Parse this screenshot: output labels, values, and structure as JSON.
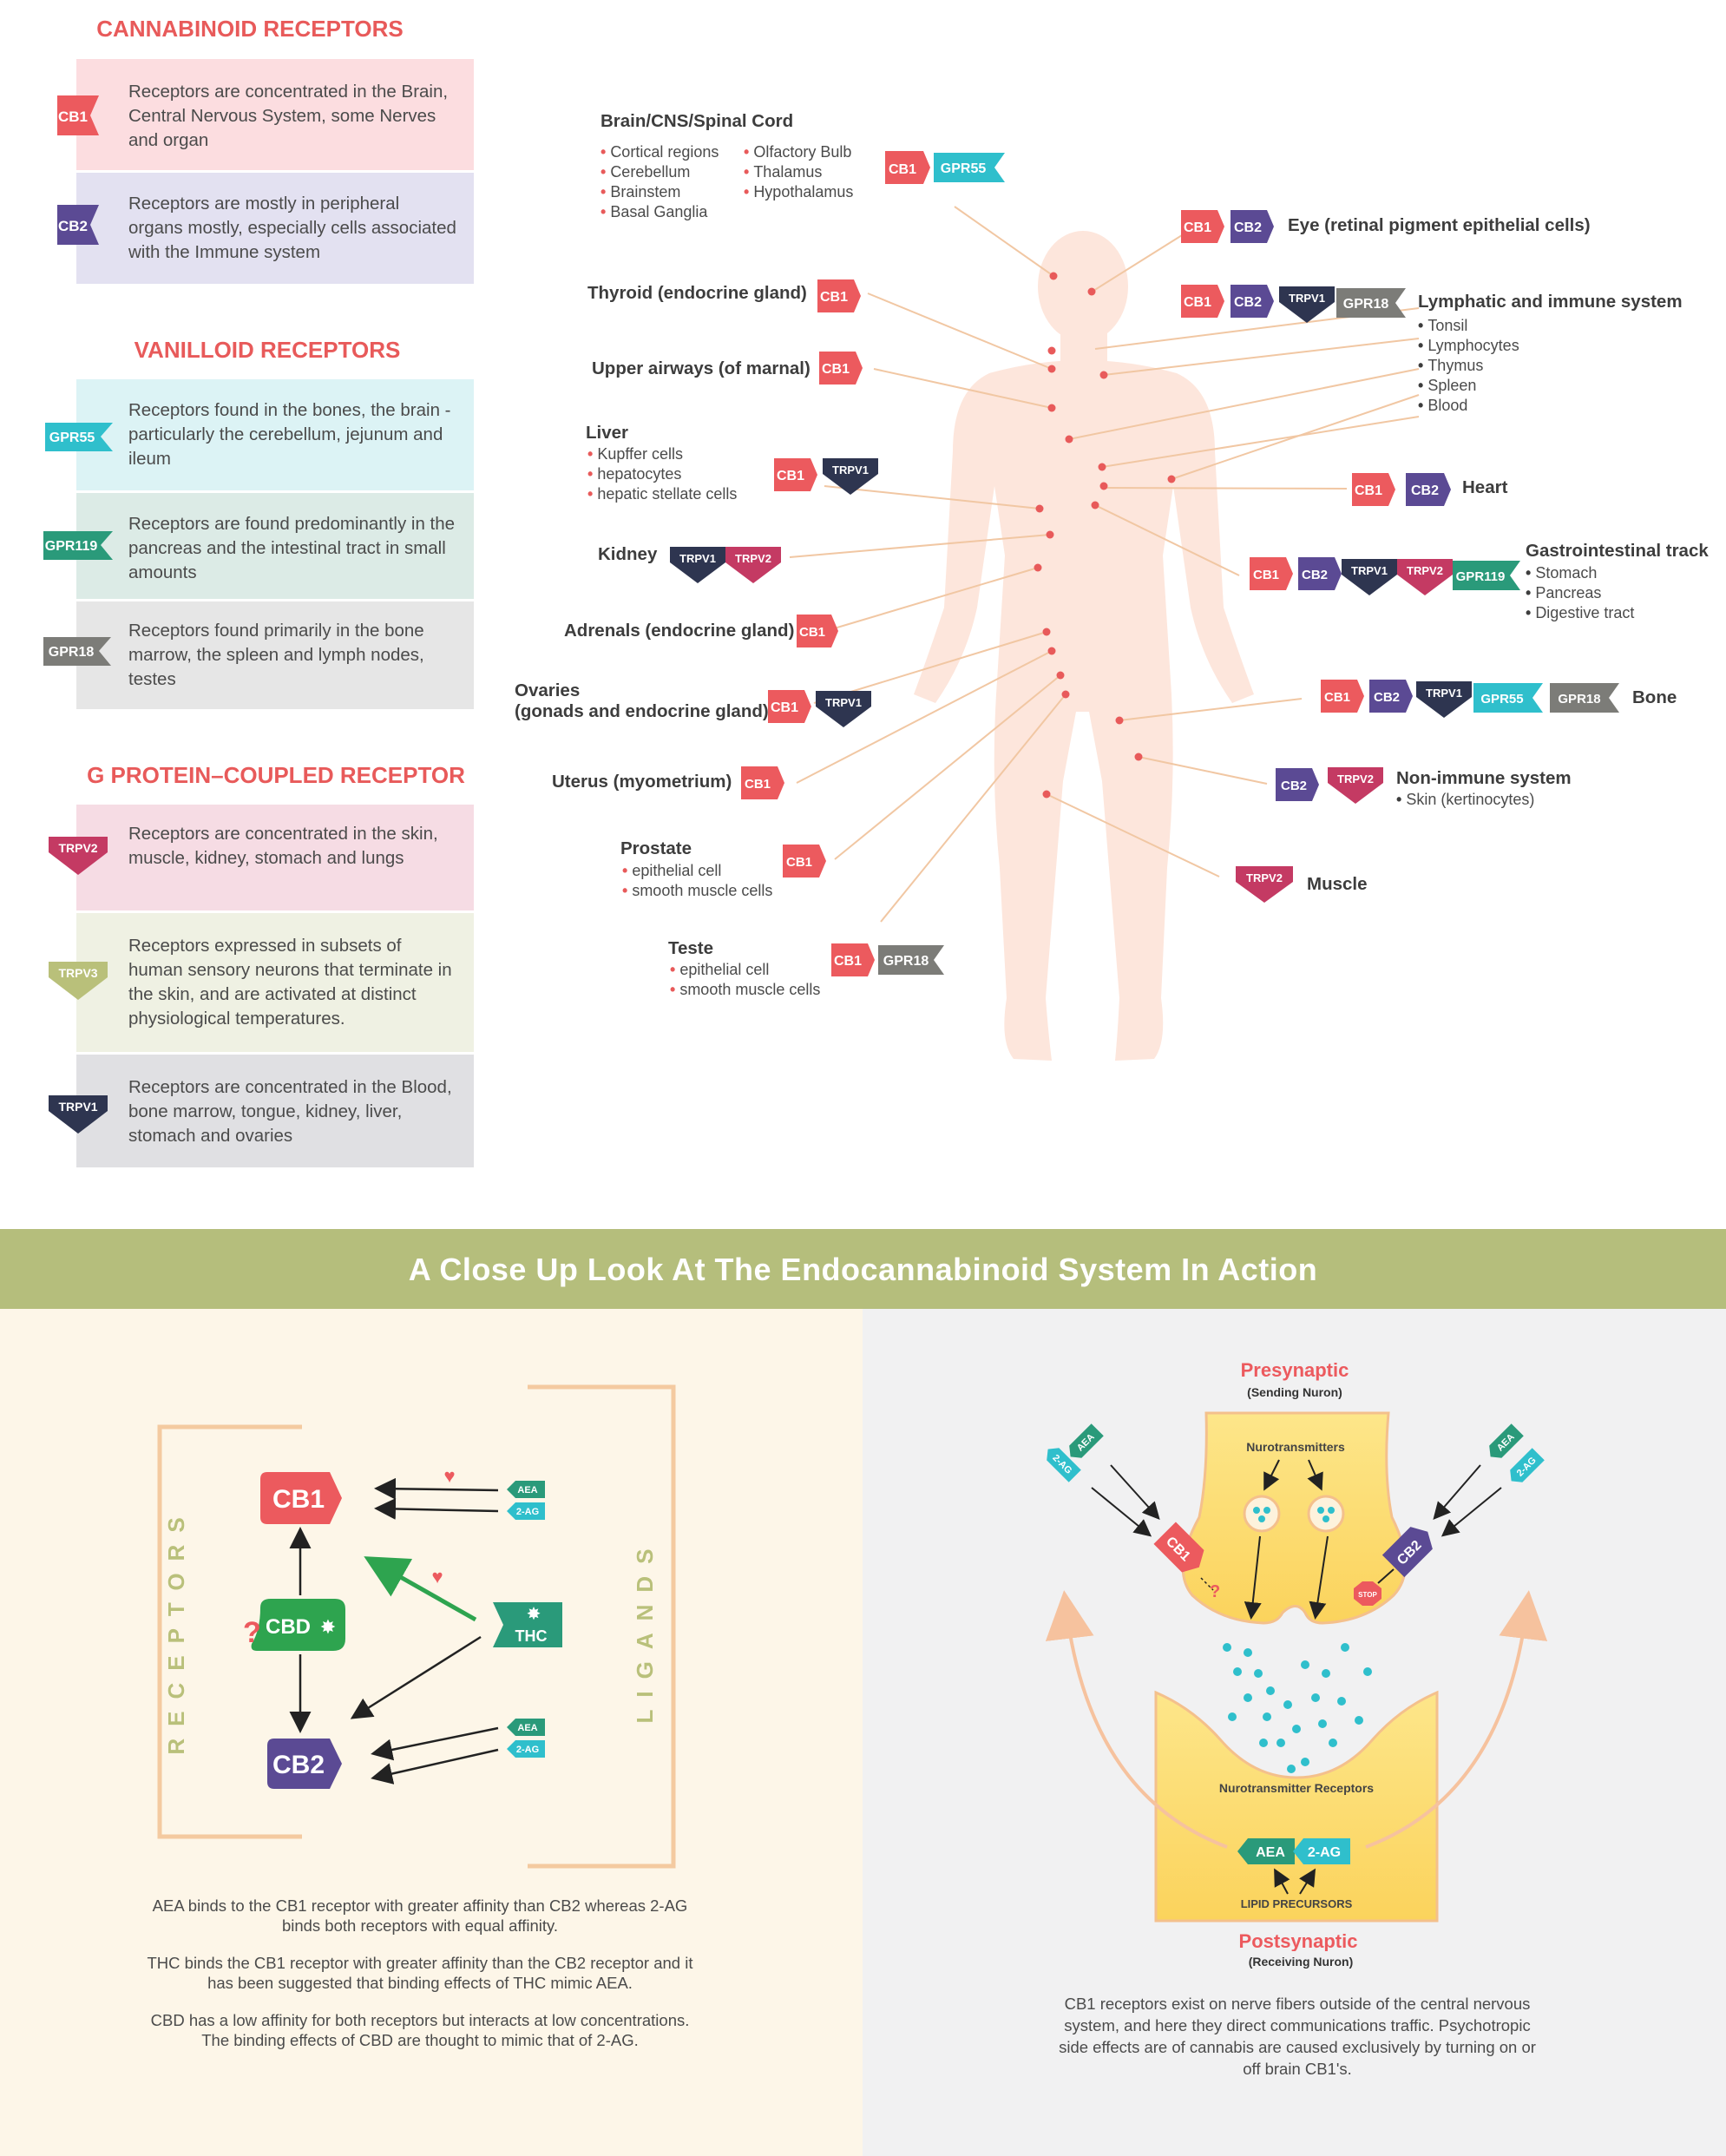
{
  "colors": {
    "red": "#ec5a5e",
    "purple": "#5b4a94",
    "teal": "#2fbfcc",
    "green": "#2a9a7a",
    "gray": "#7c7c78",
    "rose": "#c43a63",
    "olive": "#b9c07a",
    "navy": "#2e3550",
    "banner": "#b5be7c"
  },
  "legend": {
    "cannabinoid_title": "CANNABINOID RECEPTORS",
    "vanilloid_title": "VANILLOID RECEPTORS",
    "gpcr_title": "G PROTEIN–COUPLED RECEPTOR",
    "items": [
      {
        "tag": "CB1",
        "text": "Receptors are concentrated in the Brain, Central Nervous System, some Nerves and organ"
      },
      {
        "tag": "CB2",
        "text": "Receptors are mostly in peripheral organs mostly, especially cells associated with the Immune system"
      },
      {
        "tag": "GPR55",
        "text": "Receptors found in the bones, the brain -particularly the cerebellum, jejunum and ileum"
      },
      {
        "tag": "GPR119",
        "text": "Receptors are found predominantly in the pancreas and the intestinal tract in small amounts"
      },
      {
        "tag": "GPR18",
        "text": "Receptors found primarily in the bone marrow, the spleen and lymph nodes, testes"
      },
      {
        "tag": "TRPV2",
        "text": "Receptors are concentrated in the skin, muscle, kidney, stomach and lungs"
      },
      {
        "tag": "TRPV3",
        "text": "Receptors expressed in subsets of human sensory neurons that terminate in the skin, and are activated at distinct physiological temperatures."
      },
      {
        "tag": "TRPV1",
        "text": "Receptors are concentrated in the Blood, bone marrow, tongue, kidney, liver, stomach and ovaries"
      }
    ]
  },
  "body_map": {
    "brain": {
      "label": "Brain/CNS/Spinal Cord",
      "items": [
        "Cortical regions",
        "Cerebellum",
        "Brainstem",
        "Basal Ganglia",
        "Olfactory Bulb",
        "Thalamus",
        "Hypothalamus"
      ],
      "tags": [
        "CB1",
        "GPR55"
      ]
    },
    "thyroid": {
      "label": "Thyroid (endocrine gland)",
      "tags": [
        "CB1"
      ]
    },
    "airways": {
      "label": "Upper airways (of marnal)",
      "tags": [
        "CB1"
      ]
    },
    "liver": {
      "label": "Liver",
      "items": [
        "Kupffer cells",
        "hepatocytes",
        "hepatic stellate cells"
      ],
      "tags": [
        "CB1",
        "TRPV1"
      ]
    },
    "kidney": {
      "label": "Kidney",
      "tags": [
        "TRPV1",
        "TRPV2"
      ]
    },
    "adrenals": {
      "label": "Adrenals (endocrine gland)",
      "tags": [
        "CB1"
      ]
    },
    "ovaries": {
      "label1": "Ovaries",
      "label2": "(gonads and endocrine gland)",
      "tags": [
        "CB1",
        "TRPV1"
      ]
    },
    "uterus": {
      "label": "Uterus (myometrium)",
      "tags": [
        "CB1"
      ]
    },
    "prostate": {
      "label": "Prostate",
      "items": [
        "epithelial cell",
        "smooth muscle cells"
      ],
      "tags": [
        "CB1"
      ]
    },
    "teste": {
      "label": "Teste",
      "items": [
        "epithelial cell",
        "smooth muscle cells"
      ],
      "tags": [
        "CB1",
        "GPR18"
      ]
    },
    "eye": {
      "label": "Eye (retinal pigment epithelial cells)",
      "tags": [
        "CB1",
        "CB2"
      ]
    },
    "lymph": {
      "label": "Lymphatic and immune system",
      "items": [
        "Tonsil",
        "Lymphocytes",
        "Thymus",
        "Spleen",
        "Blood"
      ],
      "tags": [
        "CB1",
        "CB2",
        "TRPV1",
        "GPR18"
      ]
    },
    "heart": {
      "label": "Heart",
      "tags": [
        "CB1",
        "CB2"
      ]
    },
    "gi": {
      "label": "Gastrointestinal track",
      "items": [
        "Stomach",
        "Pancreas",
        "Digestive tract"
      ],
      "tags": [
        "CB1",
        "CB2",
        "TRPV1",
        "TRPV2",
        "GPR119"
      ]
    },
    "bone": {
      "label": "Bone",
      "tags": [
        "CB1",
        "CB2",
        "TRPV1",
        "GPR55",
        "GPR18"
      ]
    },
    "nonimmune": {
      "label": "Non-immune system",
      "items": [
        "Skin (kertinocytes)"
      ],
      "tags": [
        "CB2",
        "TRPV2"
      ]
    },
    "muscle": {
      "label": "Muscle",
      "tags": [
        "TRPV2"
      ]
    }
  },
  "banner": {
    "title": "A Close Up Look At The Endocannabinoid System In Action"
  },
  "receptors_panel": {
    "receptors_label": "RECEPTORS",
    "ligands_label": "LIGANDS",
    "cb1": "CB1",
    "cb2": "CB2",
    "cbd": "CBD",
    "thc": "THC",
    "question": "?",
    "aea": "AEA",
    "two_ag": "2-AG",
    "captions": [
      "AEA binds to the CB1 receptor with greater affinity than CB2 whereas 2-AG binds both receptors with equal affinity.",
      "THC binds the CB1 receptor with greater affinity than the CB2 receptor and it has been suggested that binding effects of THC mimic AEA.",
      "CBD has a low affinity for both receptors but interacts at low concentrations. The binding effects of CBD are thought to mimic that of 2-AG."
    ]
  },
  "synapse_panel": {
    "presynaptic": "Presynaptic",
    "presynaptic_sub": "(Sending Nuron)",
    "neurotransmitters": "Nurotransmitters",
    "receptors": "Nurotransmitter Receptors",
    "lipid": "LIPID PRECURSORS",
    "postsynaptic": "Postsynaptic",
    "postsynaptic_sub": "(Receiving Nuron)",
    "stop": "STOP",
    "question": "?",
    "caption": "CB1 receptors exist on nerve fibers outside of the central nervous system, and here they direct communications traffic. Psychotropic side effects are of cannabis are caused exclusively by turning on or off brain CB1's."
  }
}
